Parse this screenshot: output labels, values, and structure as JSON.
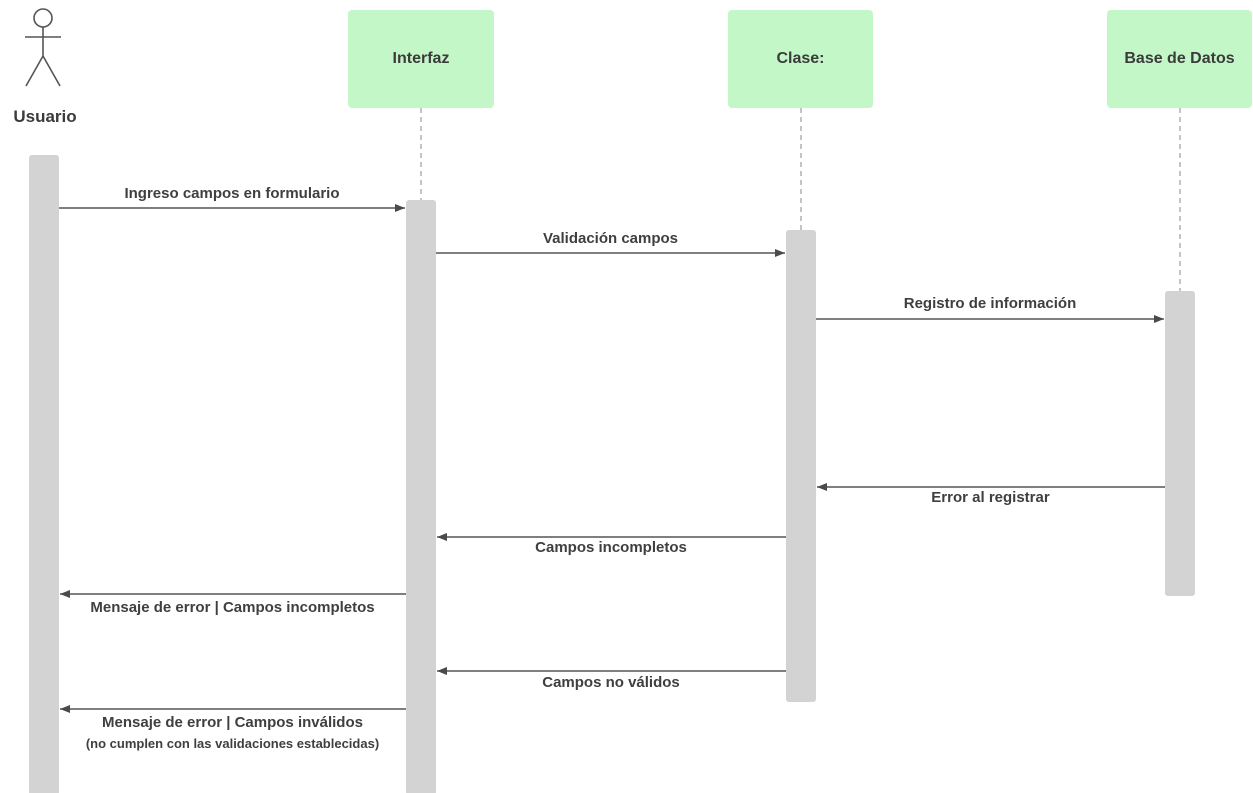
{
  "participants": {
    "usuario": "Usuario",
    "interfaz": "Interfaz",
    "clase": "Clase:",
    "base_datos": "Base de Datos"
  },
  "messages": [
    {
      "label": "Ingreso campos en formulario",
      "from": "Usuario",
      "to": "Interfaz"
    },
    {
      "label": "Validación campos",
      "from": "Interfaz",
      "to": "Clase:"
    },
    {
      "label": "Registro de información",
      "from": "Clase:",
      "to": "Base de Datos"
    },
    {
      "label": "Error al registrar",
      "from": "Base de Datos",
      "to": "Clase:"
    },
    {
      "label": "Campos incompletos",
      "from": "Clase:",
      "to": "Interfaz"
    },
    {
      "label": "Mensaje de error | Campos incompletos",
      "from": "Interfaz",
      "to": "Usuario"
    },
    {
      "label": "Campos no válidos",
      "from": "Clase:",
      "to": "Interfaz"
    },
    {
      "label": "Mensaje de error | Campos inválidos",
      "sublabel": "(no cumplen con las validaciones establecidas)",
      "from": "Interfaz",
      "to": "Usuario"
    }
  ],
  "colors": {
    "participant_fill": "#c3f7c8",
    "activation_fill": "#d3d3d3",
    "line": "#555555",
    "text": "#3d3d3d"
  }
}
